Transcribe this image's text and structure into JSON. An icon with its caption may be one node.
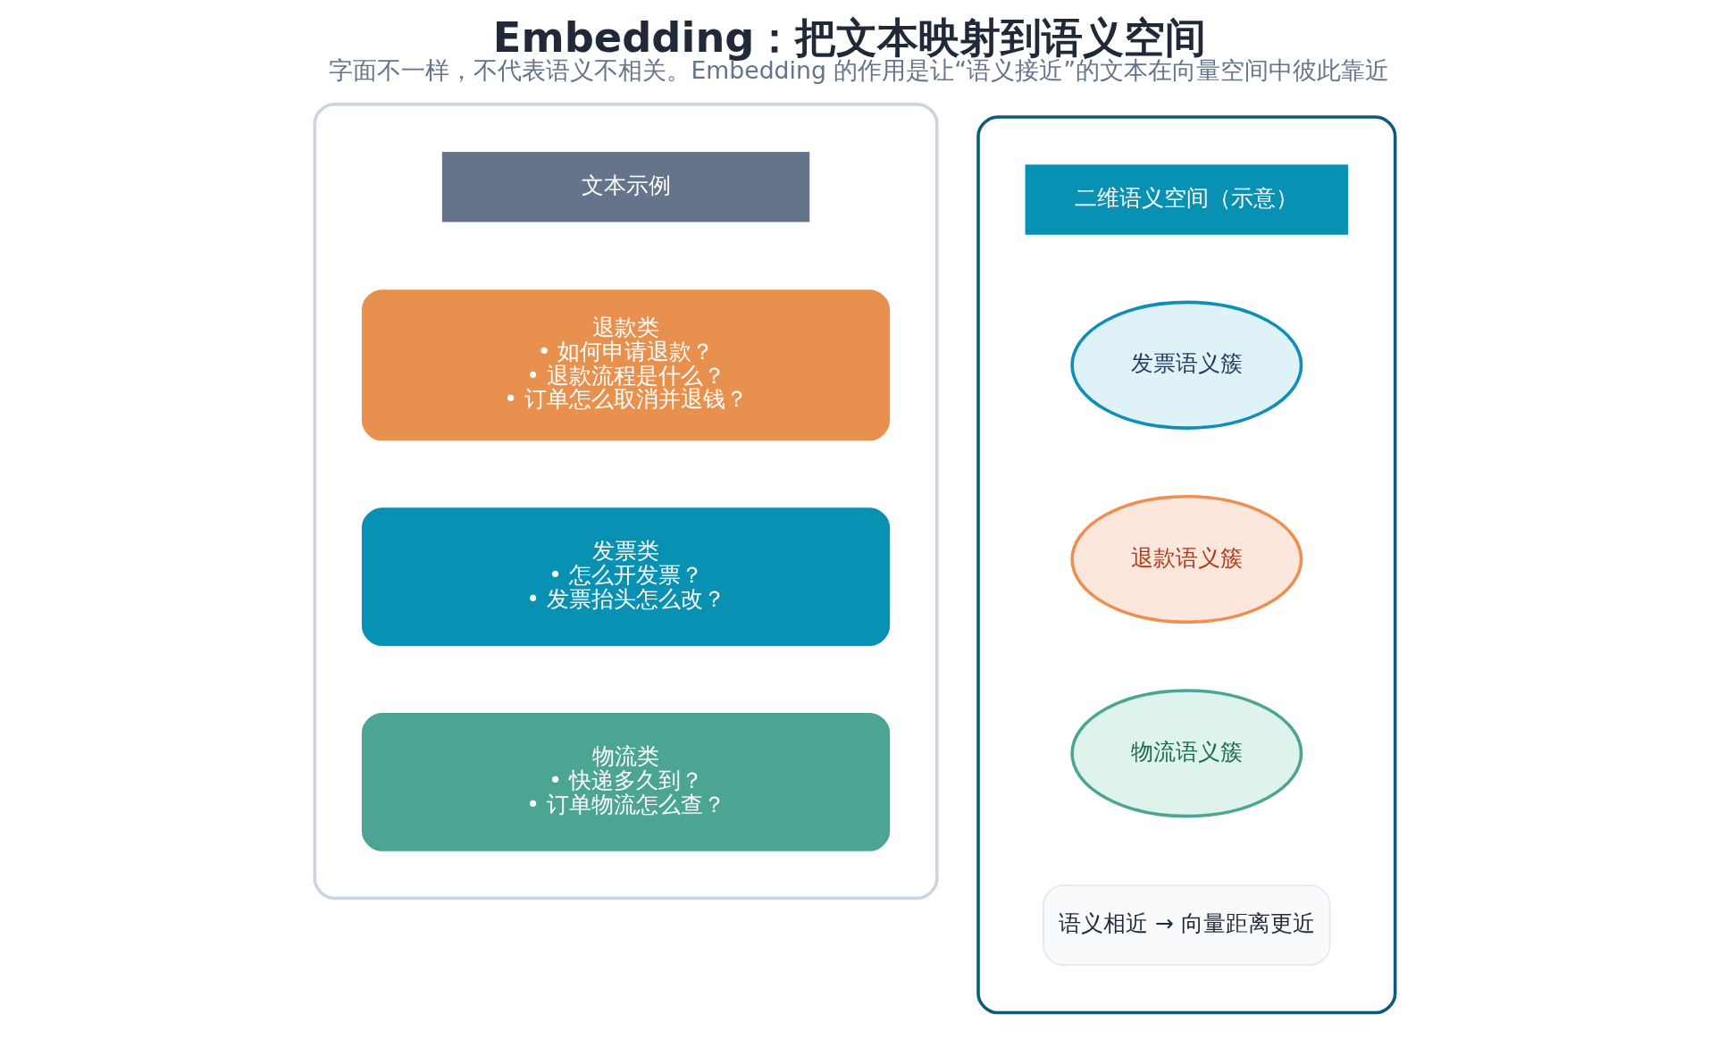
{
  "diagram": {
    "title": "Embedding：把文本映射到语义空间",
    "caption": "字面不一样，不代表语义不相关。Embedding 的作用是让“语义接近”的文本在向量空间中彼此靠近",
    "nodes": [
      {
        "text": [],
        "shape": "box"
      },
      {
        "text": [
          "文本示例"
        ],
        "in": 0
      },
      {
        "text": [
          "退款类",
          "• 如何申请退款？",
          "• 退款流程是什么？",
          "• 订单怎么取消并退钱？"
        ],
        "in": 0
      },
      {
        "text": [
          "发票类",
          "• 怎么开发票？",
          "• 发票抬头怎么改？"
        ],
        "in": 0
      },
      {
        "text": [
          "物流类",
          "• 快递多久到？",
          "• 订单物流怎么查？"
        ],
        "in": 0
      },
      {
        "text": [],
        "shape": "box"
      },
      {
        "text": [
          "二维语义空间（示意）"
        ],
        "in": 5
      },
      {
        "text": [
          "发票语义簇"
        ],
        "in": 5
      },
      {
        "text": [
          "退款语义簇"
        ],
        "in": 5
      },
      {
        "text": [
          "物流语义簇"
        ],
        "in": 5
      },
      {
        "text": [
          "语义相近 → 向量距离更近"
        ],
        "in": 5
      }
    ]
  }
}
